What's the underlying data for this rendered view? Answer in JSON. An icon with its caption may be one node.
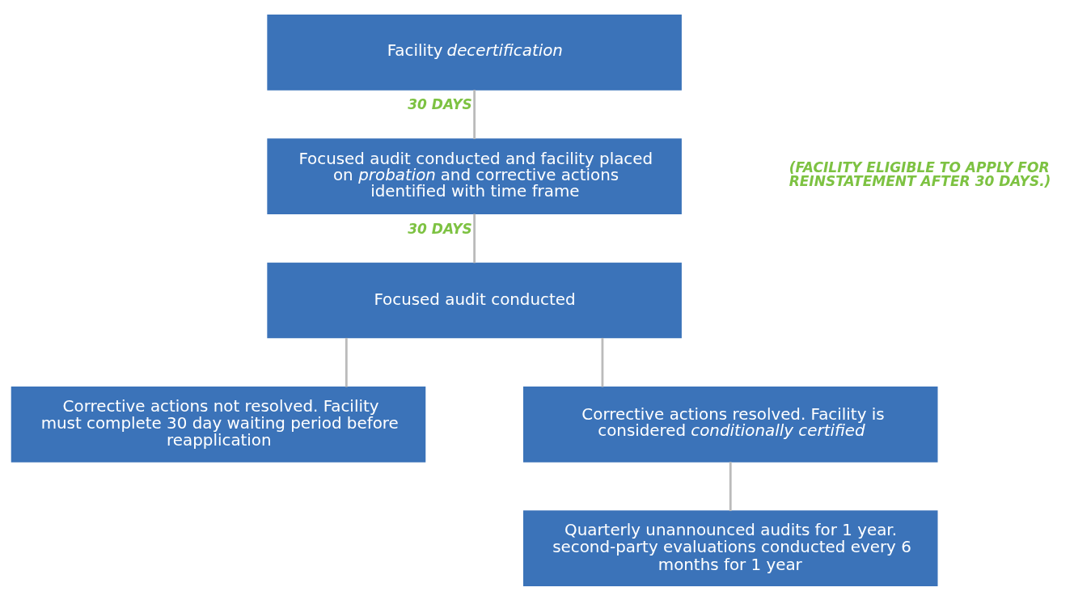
{
  "diagram": {
    "nodes": [
      {
        "text": [
          "Facility *decertification*"
        ]
      },
      {
        "text": [
          "Focused audit conducted and facility placed on *probation* and corrective actions identified with time frame"
        ]
      },
      {
        "text": [
          "Focused audit conducted"
        ]
      },
      {
        "text": [
          "Corrective actions not resolved. Facility must complete 30 day waiting period before reapplication"
        ]
      },
      {
        "text": [
          "Corrective actions resolved. Facility is considered *conditionally certified*"
        ]
      },
      {
        "text": [
          "Quarterly unannounced audits for 1 year. second-party evaluations conducted every 6 months for 1 year"
        ]
      }
    ],
    "edges": [
      {
        "from": 0,
        "to": 1,
        "arrow": "none",
        "label": "30 DAYS"
      },
      {
        "from": 1,
        "to": 2,
        "arrow": "none",
        "label": "30 DAYS"
      },
      {
        "from": 2,
        "to": 3,
        "arrow": "none"
      },
      {
        "from": 2,
        "to": 4,
        "arrow": "none"
      },
      {
        "from": 4,
        "to": 5,
        "arrow": "none"
      }
    ],
    "labels": [
      "(FACILITY ELIGIBLE TO APPLY FOR REINSTATEMENT AFTER 30 DAYS.)"
    ]
  }
}
